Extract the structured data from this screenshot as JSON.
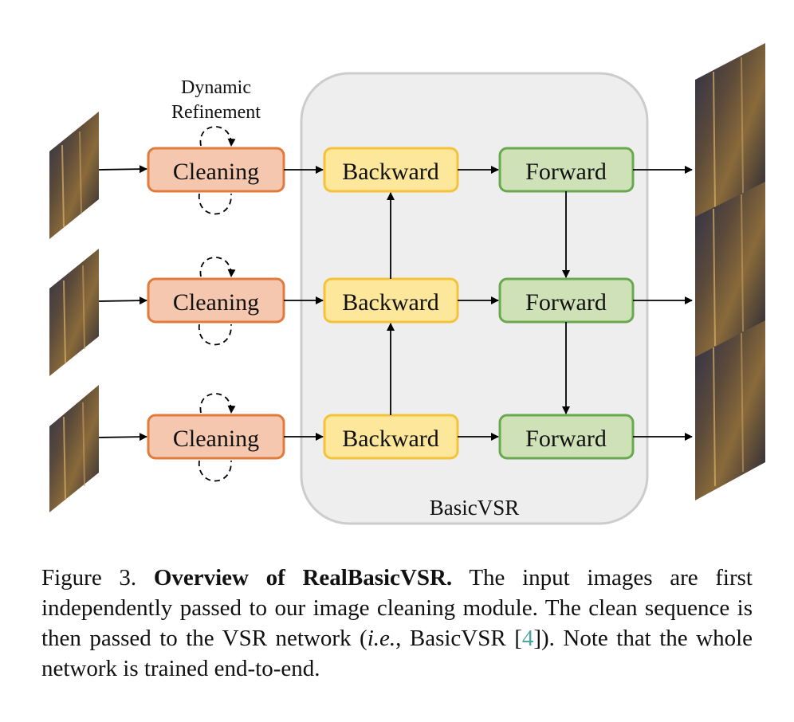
{
  "diagram": {
    "annotation": {
      "line1": "Dynamic",
      "line2": "Refinement"
    },
    "container_label": "BasicVSR",
    "rows": [
      {
        "cleaning": "Cleaning",
        "backward": "Backward",
        "forward": "Forward"
      },
      {
        "cleaning": "Cleaning",
        "backward": "Backward",
        "forward": "Forward"
      },
      {
        "cleaning": "Cleaning",
        "backward": "Backward",
        "forward": "Forward"
      }
    ],
    "colors": {
      "cleaning_fill": "#f4c7ae",
      "cleaning_stroke": "#e07b3c",
      "backward_fill": "#fde79a",
      "backward_stroke": "#f5c33b",
      "forward_fill": "#cfe1b6",
      "forward_stroke": "#6aa84f",
      "container_fill": "#eeeeee",
      "container_stroke": "#cccccc"
    }
  },
  "caption": {
    "prefix": "Figure 3.",
    "bold": "Overview of RealBasicVSR.",
    "text1": "The input images are first independently passed to our image cleaning module. The clean sequence is then passed to the VSR network (",
    "italic": "i.e.",
    "text2": ", BasicVSR [",
    "cite": "4",
    "text3": "]). Note that the whole network is trained end-to-end."
  }
}
